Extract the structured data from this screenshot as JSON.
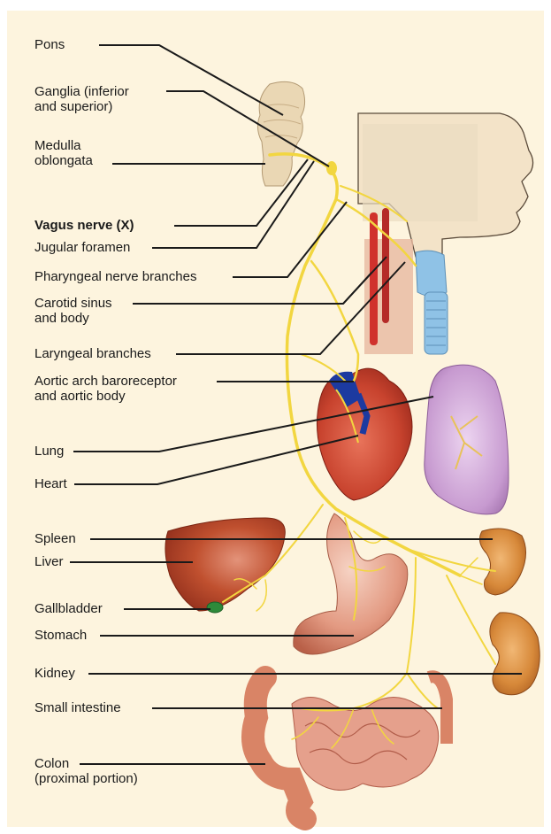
{
  "labels": {
    "pons": "Pons",
    "ganglia_1": "Ganglia (inferior",
    "ganglia_2": "and superior)",
    "medulla_1": "Medulla",
    "medulla_2": "oblongata",
    "vagus": "Vagus nerve (X)",
    "jugular": "Jugular foramen",
    "pharyngeal": "Pharyngeal nerve branches",
    "carotid_1": "Carotid sinus",
    "carotid_2": "and body",
    "laryngeal": "Laryngeal branches",
    "aortic_1": "Aortic arch baroreceptor",
    "aortic_2": "and aortic body",
    "lung": "Lung",
    "heart": "Heart",
    "spleen": "Spleen",
    "liver": "Liver",
    "gallbladder": "Gallbladder",
    "stomach": "Stomach",
    "kidney": "Kidney",
    "small_intestine": "Small intestine",
    "colon_1": "Colon",
    "colon_2": "(proximal portion)"
  },
  "colors": {
    "background": "#fdf4de",
    "nerve": "#f2d640",
    "leader": "#1a1a1a",
    "liver": "#b8442a",
    "lung": "#c79ad0",
    "kidney": "#d7893a",
    "heart": "#c8432e",
    "artery": "#d0312c",
    "trachea": "#8fc2e6"
  }
}
